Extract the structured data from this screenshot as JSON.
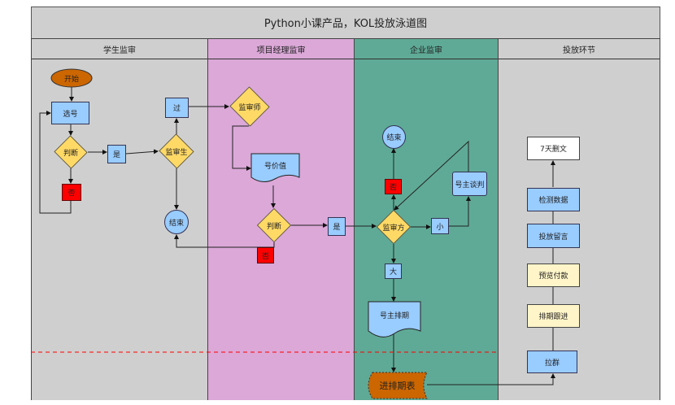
{
  "title": "Python小课产品，KOL投放泳道图",
  "lanes": [
    "学生监审",
    "项目经理监审",
    "企业监审",
    "投放环节"
  ],
  "lane_colors": [
    "#cfcfcf",
    "#dba8d8",
    "#5faa96",
    "#cfcfcf"
  ],
  "nodes": {
    "start": "开始",
    "select": "选号",
    "judge1": "判断",
    "no1": "否",
    "yes1": "是",
    "reviewer_student": "监审生",
    "pass": "过",
    "end1": "结束",
    "reviewer_teacher": "监审师",
    "value": "号价值",
    "judge2": "判断",
    "yes2": "是",
    "no2": "否",
    "reviewer_company": "监审方",
    "small": "小",
    "negotiate": "号主谈判",
    "no3": "否",
    "end2": "结束",
    "big": "大",
    "schedule": "号主排期",
    "enter_schedule": "进排期表",
    "delete7": "7天删文",
    "check_data": "检测数据",
    "comment": "投放留言",
    "preview_pay": "预览付款",
    "follow": "排期跟进",
    "group": "拉群"
  }
}
